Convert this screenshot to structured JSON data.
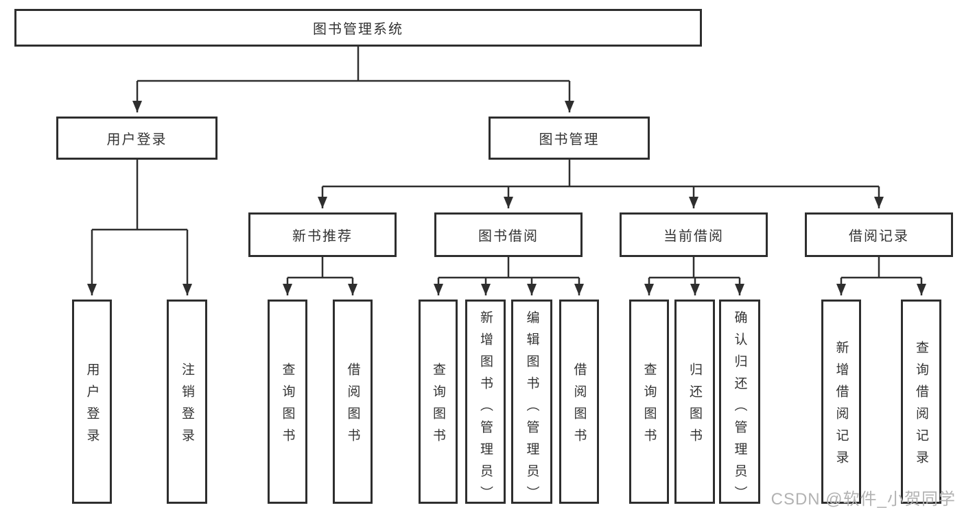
{
  "diagram": {
    "root": {
      "label": "图书管理系统",
      "children": [
        {
          "label": "用户登录",
          "children": [
            {
              "label": "用户登录"
            },
            {
              "label": "注销登录"
            }
          ]
        },
        {
          "label": "图书管理",
          "children": [
            {
              "label": "新书推荐",
              "children": [
                {
                  "label": "查询图书"
                },
                {
                  "label": "借阅图书"
                }
              ]
            },
            {
              "label": "图书借阅",
              "children": [
                {
                  "label": "查询图书"
                },
                {
                  "label": "新增图书（管理员）"
                },
                {
                  "label": "编辑图书（管理员）"
                },
                {
                  "label": "借阅图书"
                }
              ]
            },
            {
              "label": "当前借阅",
              "children": [
                {
                  "label": "查询图书"
                },
                {
                  "label": "归还图书"
                },
                {
                  "label": "确认归还（管理员）"
                }
              ]
            },
            {
              "label": "借阅记录",
              "children": [
                {
                  "label": "新增借阅记录"
                },
                {
                  "label": "查询借阅记录"
                }
              ]
            }
          ]
        }
      ]
    }
  },
  "watermark": {
    "text": "CSDN @软件_小贺同学"
  },
  "colors": {
    "line": "#2e2e2e",
    "box_border": "#2e2e2e",
    "text": "#333333",
    "watermark": "#b2b2b2",
    "background": "#ffffff"
  }
}
